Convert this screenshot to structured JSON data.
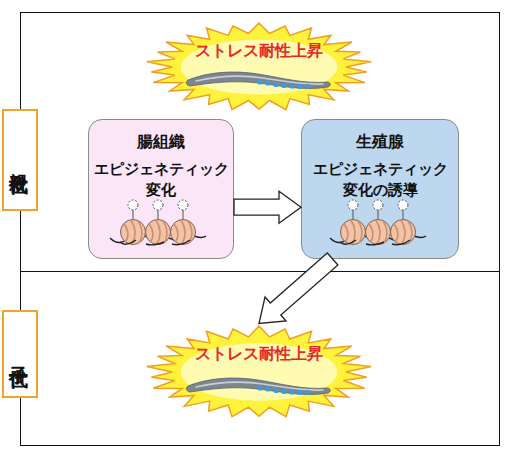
{
  "diagram": {
    "nodes": [
      {
        "text": [
          "親世代"
        ]
      },
      {
        "text": [
          "ストレス耐性上昇"
        ],
        "in": 0
      },
      {
        "text": [
          "腸組織",
          "エピジェネティック 変化"
        ],
        "in": 0
      },
      {
        "text": [
          "生殖腺",
          "エピジェネティック 変化の誘導"
        ],
        "in": 0
      },
      {
        "text": [
          "子世代"
        ]
      },
      {
        "text": [
          "ストレス耐性上昇"
        ],
        "in": 4
      }
    ],
    "edges": [
      {
        "from": 2,
        "to": 3,
        "arrow": "to"
      },
      {
        "from": 3,
        "to": 5,
        "arrow": "to"
      }
    ]
  }
}
